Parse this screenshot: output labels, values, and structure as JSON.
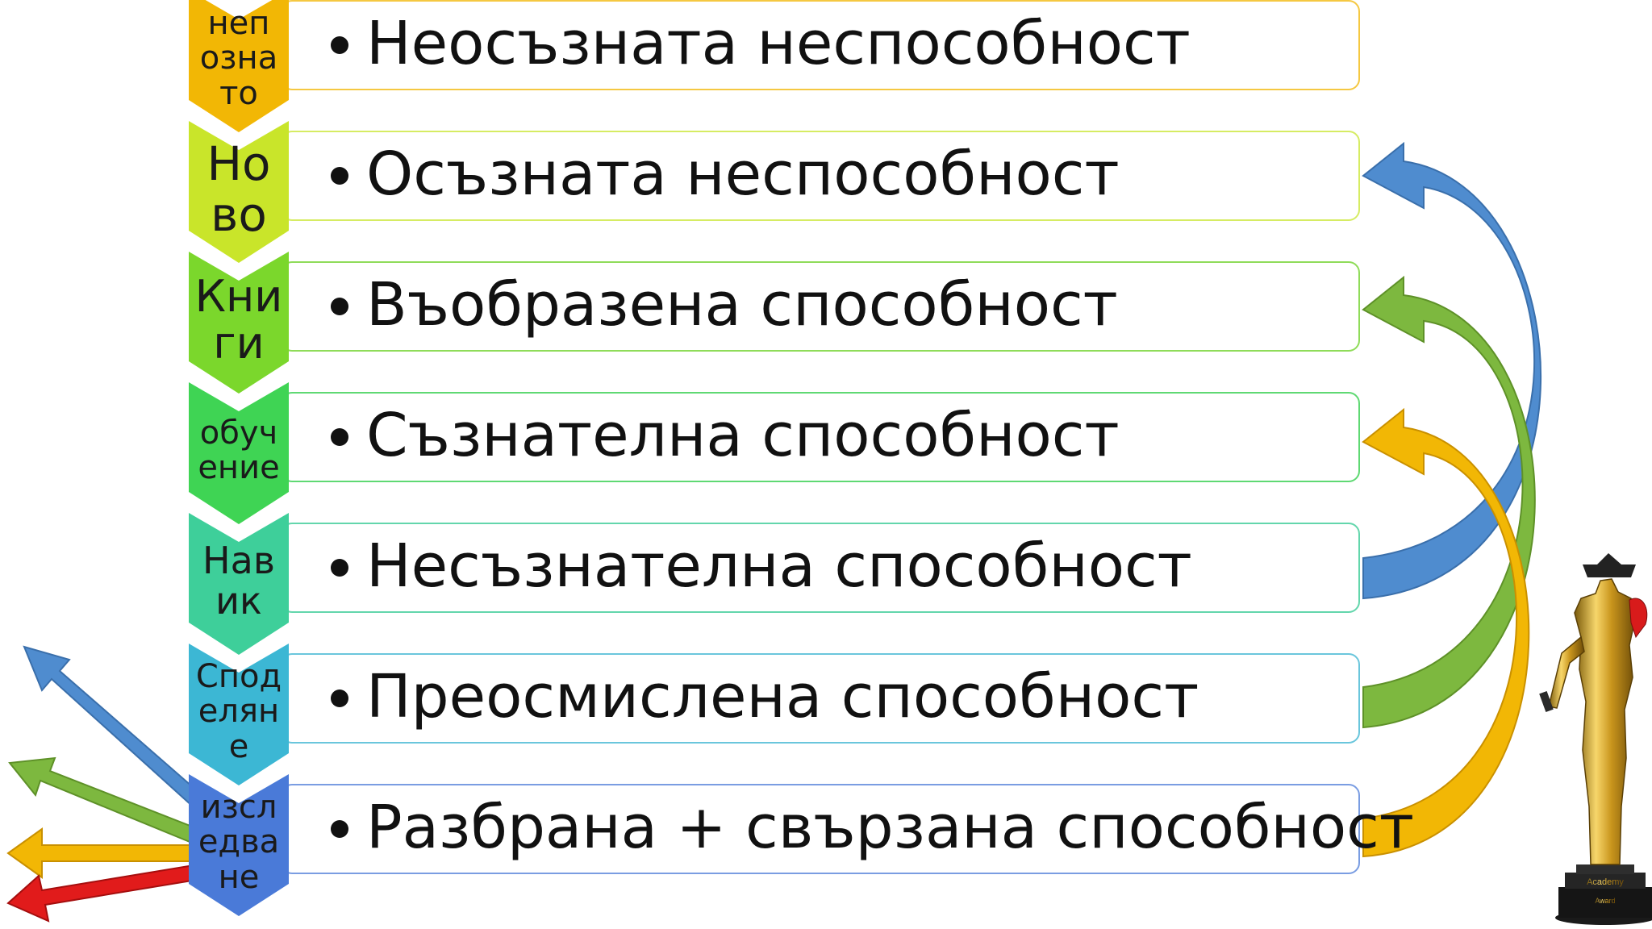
{
  "rows": [
    {
      "stage": [
        "неп",
        "озна",
        "то"
      ],
      "text": "Неосъзната неспособност",
      "color": "#f2b705",
      "border": "#f5c842"
    },
    {
      "stage": [
        "Но",
        "во"
      ],
      "text": "Осъзната неспособност",
      "color": "#c9e52a",
      "border": "#d6ec63"
    },
    {
      "stage": [
        "Кни",
        "ги"
      ],
      "text": "Въобразена способност",
      "color": "#7bd72c",
      "border": "#8fdc59"
    },
    {
      "stage": [
        "обуч",
        "ение"
      ],
      "text": "Съзнателна способност",
      "color": "#3fd454",
      "border": "#5fd973"
    },
    {
      "stage": [
        "Нав",
        "ик"
      ],
      "text": "Несъзнателна способност",
      "color": "#3ecf9a",
      "border": "#63d6ac"
    },
    {
      "stage": [
        "Спод",
        "елян",
        "е"
      ],
      "text": "Преосмислена способност",
      "color": "#3cb7d4",
      "border": "#6ac6dc"
    },
    {
      "stage": [
        "изсл",
        "едва",
        "не"
      ],
      "text": "Разбрана + свързана способност",
      "color": "#4a7ad8",
      "border": "#7a9de2"
    }
  ],
  "arrow_colors": {
    "blue": "#4f8ccf",
    "green": "#7db83f",
    "yellow": "#f2b705",
    "red": "#e11b1b"
  },
  "trophy": {
    "icon": "oscar-trophy-icon",
    "plaque_text": [
      "Academy",
      "Award"
    ]
  }
}
